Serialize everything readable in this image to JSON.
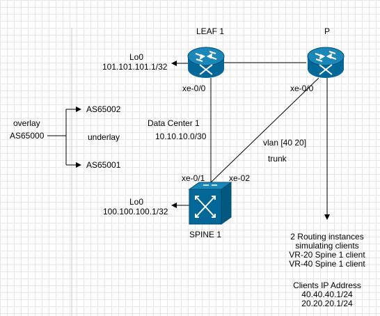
{
  "devices": {
    "leaf1": {
      "name": "LEAF 1",
      "loopback_label": "Lo0",
      "loopback_ip": "101.101.101.1/32",
      "port": "xe-0/0"
    },
    "p": {
      "name": "P",
      "port": "xe-0/0"
    },
    "spine1": {
      "name": "SPINE 1",
      "loopback_label": "Lo0",
      "loopback_ip": "100.100.100.1/32",
      "port_1": "xe-0/1",
      "port_2": "xe-02"
    }
  },
  "links": {
    "leaf_spine": {
      "name": "Data Center 1",
      "subnet": "10.10.10.0/30"
    },
    "p_spine": {
      "vlan": "vlan [40 20]",
      "mode": "trunk"
    }
  },
  "bgp": {
    "overlay_label": "overlay",
    "overlay_as": "AS65000",
    "underlay_label": "underlay",
    "as_upper": "AS65002",
    "as_lower": "AS65001"
  },
  "notes": {
    "routing_lines": [
      "2 Routing instances",
      "simulating clients",
      "VR-20 Spine 1 client",
      "VR-40 Spine 1 client"
    ],
    "ip_title": "Clients IP Address",
    "ip_lines": [
      "40.40.40.1/24",
      "20.20.20.1/24"
    ]
  },
  "colors": {
    "device_fill": "#036897",
    "device_stroke": "#024e72",
    "line": "#000000"
  },
  "icons": [
    "router-icon",
    "switch-icon"
  ]
}
